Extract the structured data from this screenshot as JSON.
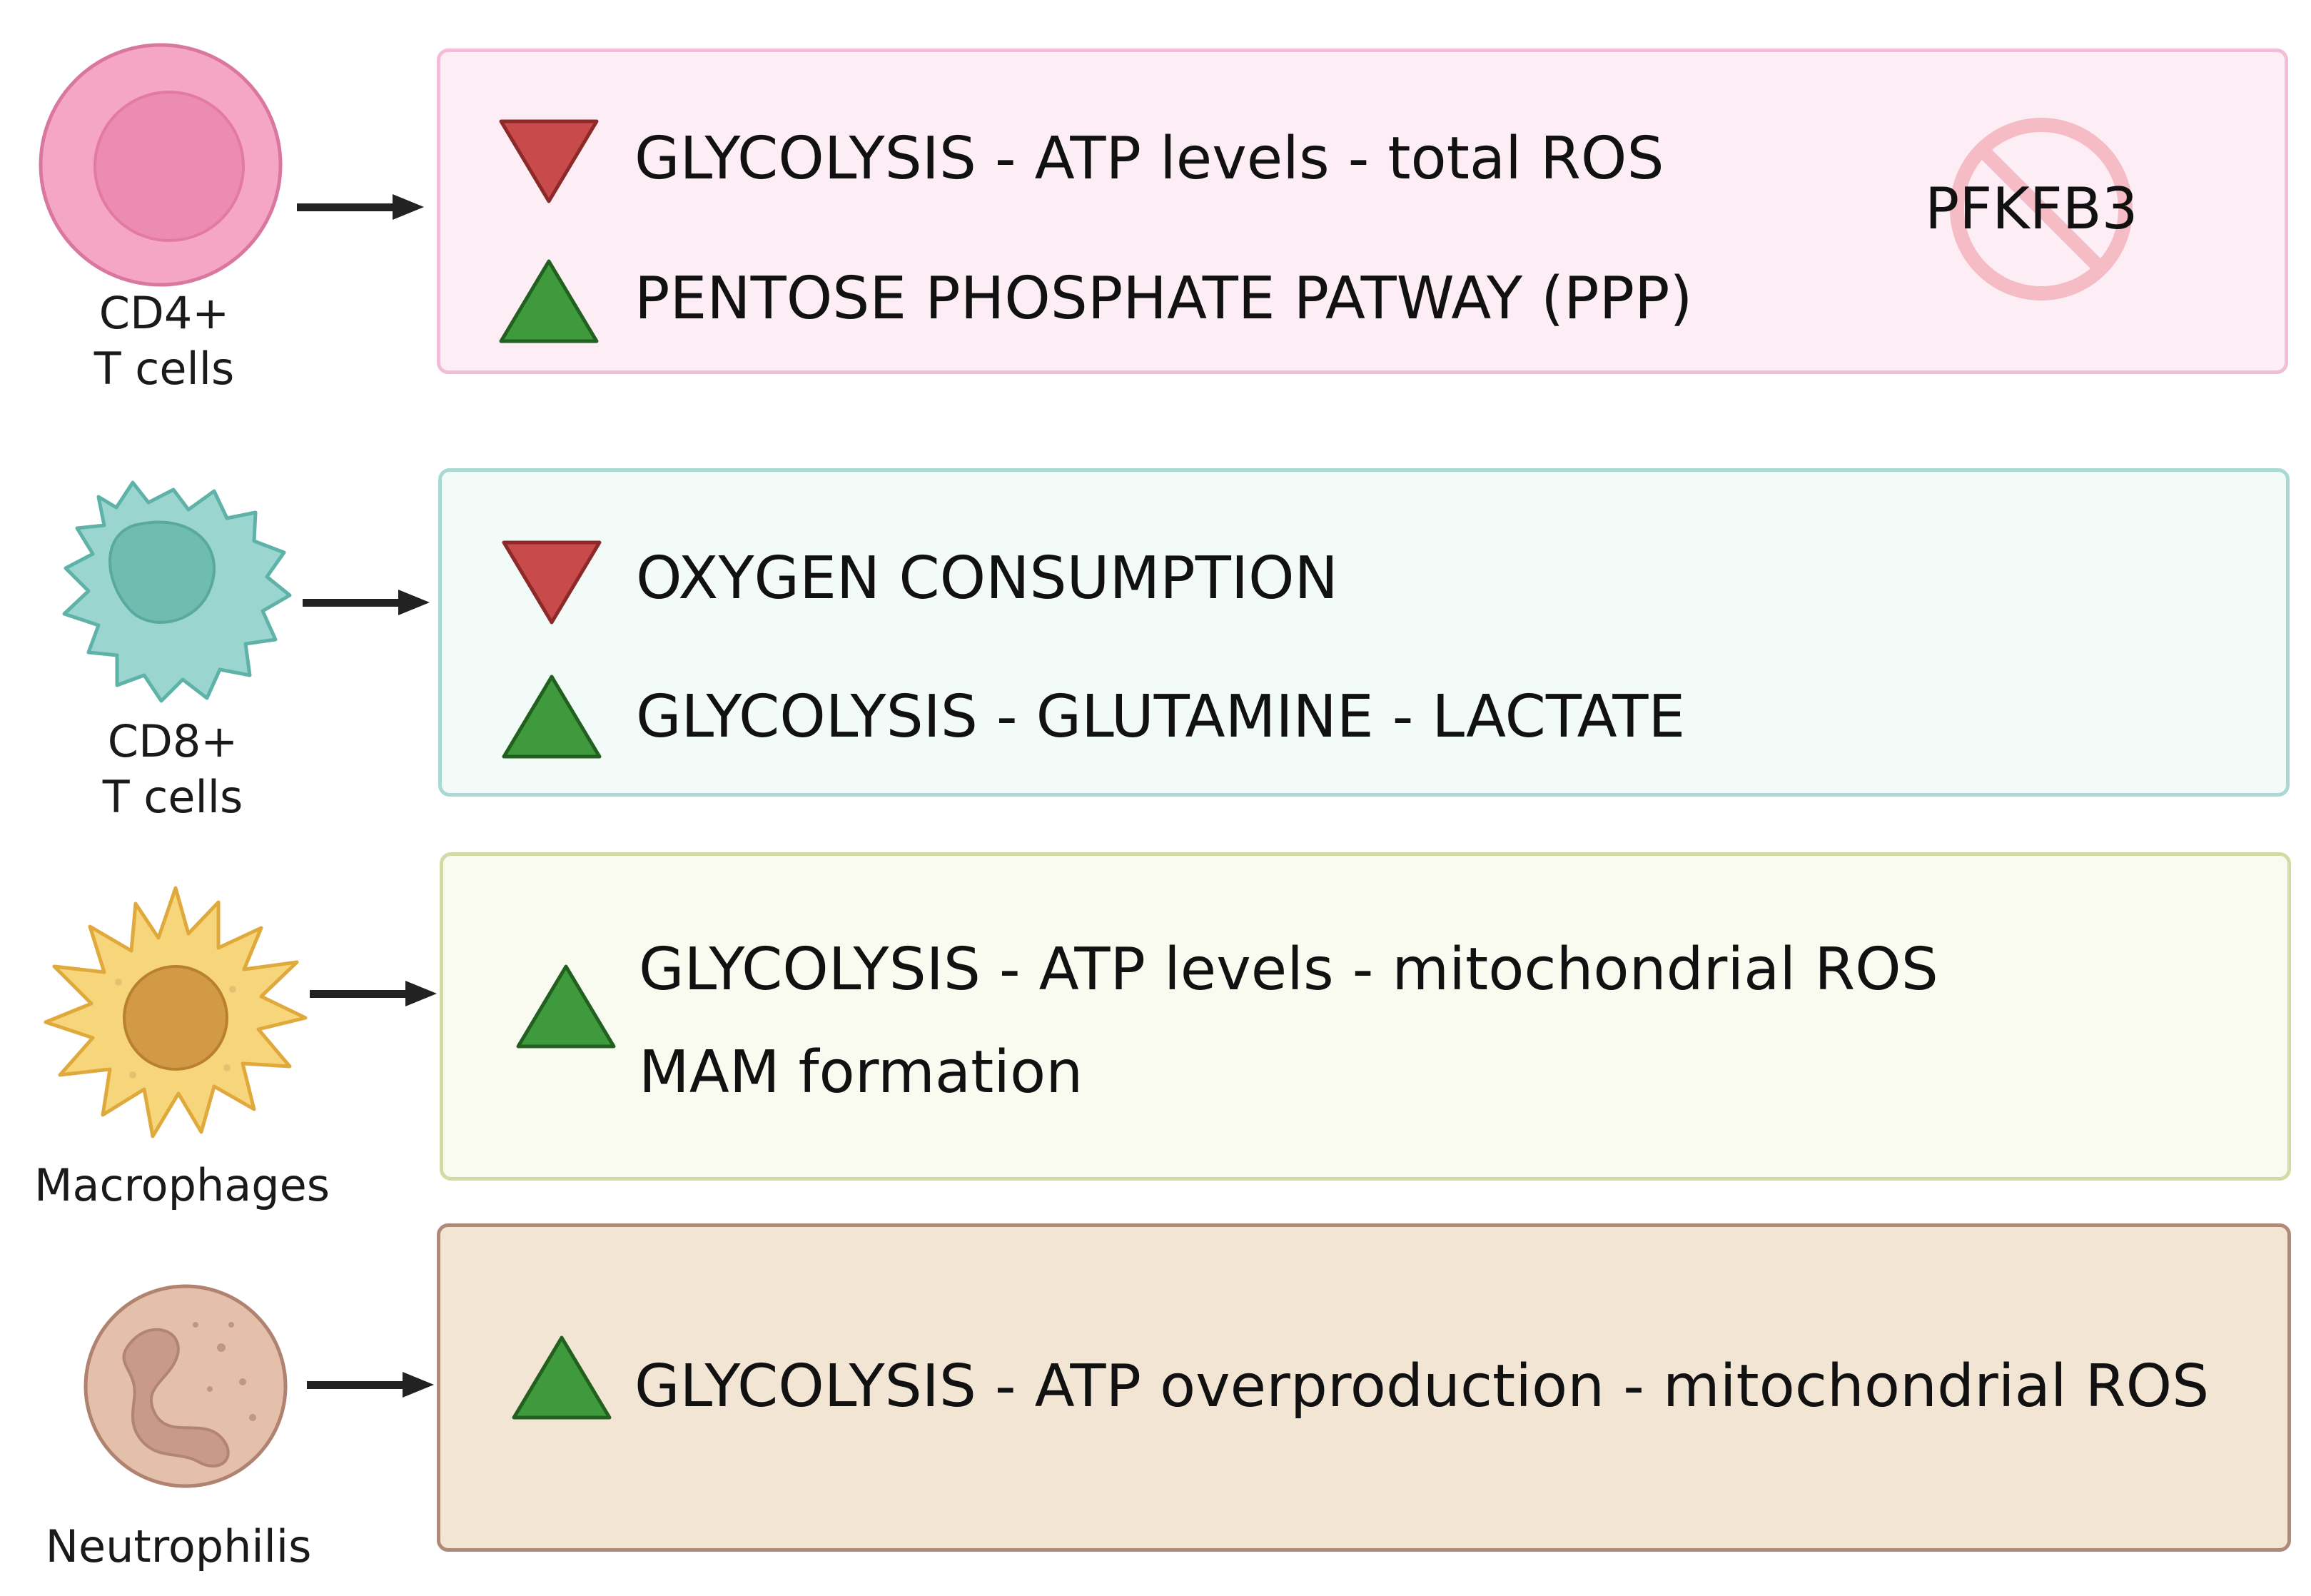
{
  "colors": {
    "up_triangle": "#3e9a3c",
    "down_triangle": "#c84a4a",
    "arrow": "#222222",
    "cd4_panel_bg": "#fdeef6",
    "cd4_panel_border": "#f2bdd6",
    "cd8_panel_bg": "#f2fbf8",
    "cd8_panel_border": "#a8d9d2",
    "mac_panel_bg": "#f9fbf0",
    "mac_panel_border": "#cfdca6",
    "neu_panel_bg": "#f3e5d3",
    "neu_panel_border": "#b08a78"
  },
  "cells": [
    {
      "id": "cd4",
      "label": "CD4+\nT cells",
      "icon": "cd4-t-cell-icon"
    },
    {
      "id": "cd8",
      "label": "CD8+\nT cells",
      "icon": "cd8-t-cell-icon"
    },
    {
      "id": "mac",
      "label": "Macrophages",
      "icon": "macrophage-icon"
    },
    {
      "id": "neu",
      "label": "Neutrophilis",
      "icon": "neutrophil-icon"
    }
  ],
  "panels": {
    "cd4": {
      "rows": [
        {
          "direction": "down",
          "text": "GLYCOLYSIS - ATP levels - total ROS"
        },
        {
          "direction": "up",
          "text": "PENTOSE PHOSPHATE PATWAY (PPP)"
        }
      ],
      "inhibitor": {
        "label": "PFKFB3",
        "icon": "prohibited-icon"
      }
    },
    "cd8": {
      "rows": [
        {
          "direction": "down",
          "text": "OXYGEN CONSUMPTION"
        },
        {
          "direction": "up",
          "text": "GLYCOLYSIS - GLUTAMINE - LACTATE"
        }
      ]
    },
    "mac": {
      "rows": [
        {
          "direction": "up",
          "text": "GLYCOLYSIS - ATP levels - mitochondrial ROS"
        },
        {
          "direction": "none",
          "text": "MAM formation"
        }
      ]
    },
    "neu": {
      "rows": [
        {
          "direction": "up",
          "text": "GLYCOLYSIS - ATP overproduction - mitochondrial ROS"
        }
      ]
    }
  }
}
